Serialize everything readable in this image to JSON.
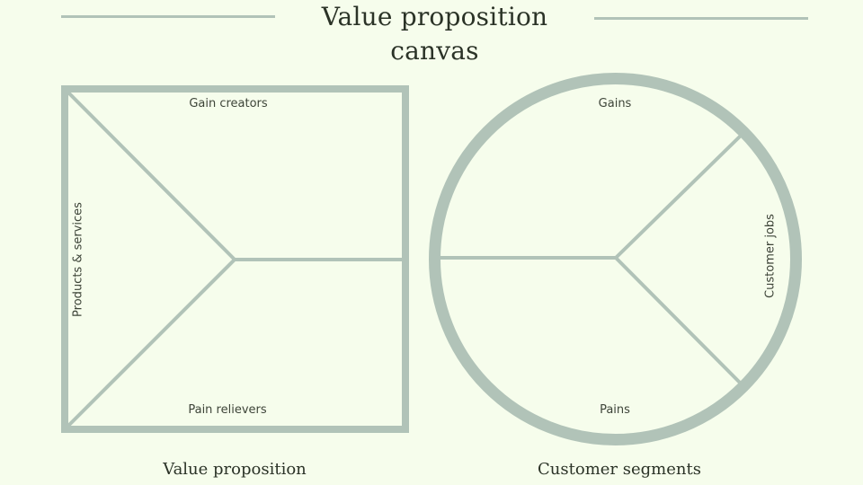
{
  "header": {
    "title": "Value proposition canvas"
  },
  "colors": {
    "background": "#f6fdec",
    "stroke": "#b1c3b8",
    "text": "#2b3327"
  },
  "value_proposition": {
    "caption": "Value proposition",
    "shape": "square",
    "sections": {
      "top": "Gain creators",
      "left": "Products & services",
      "bottom": "Pain relievers"
    }
  },
  "customer_segments": {
    "caption": "Customer segments",
    "shape": "circle",
    "sections": {
      "top": "Gains",
      "right": "Customer jobs",
      "bottom": "Pains"
    }
  }
}
